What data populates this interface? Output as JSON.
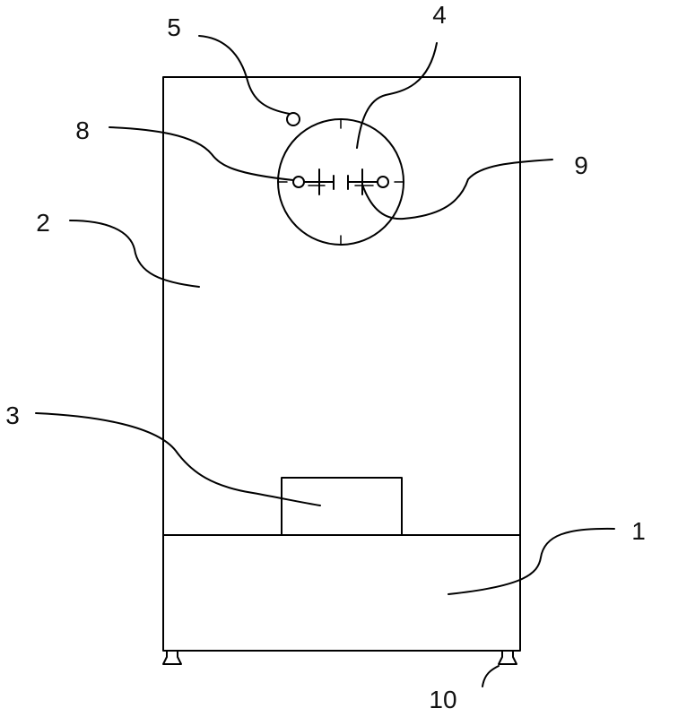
{
  "labels": {
    "l1": "1",
    "l2": "2",
    "l3": "3",
    "l4": "4",
    "l5": "5",
    "l8": "8",
    "l9": "9",
    "l10": "10"
  }
}
